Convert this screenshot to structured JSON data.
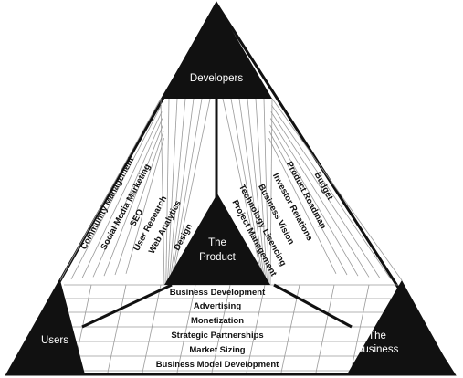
{
  "diagram": {
    "corners": {
      "top": "Developers",
      "bottom_left": "Users",
      "bottom_right": "The Business",
      "center": "The Product"
    },
    "left_side_items": [
      "Community Management",
      "Social Media Marketing",
      "SEO",
      "User Research",
      "Web Analytics",
      "Design"
    ],
    "right_side_items": [
      "Budget",
      "Product Roadmap",
      "Investor Relations",
      "Business Vision",
      "Technology Lisencing",
      "Project Management"
    ],
    "bottom_items": [
      "Business Development",
      "Advertising",
      "Monetization",
      "Strategic Partnerships",
      "Market Sizing",
      "Business Model Development"
    ],
    "colors": {
      "fill": "#111111",
      "line": "#9a9a9a",
      "background": "#ffffff"
    }
  }
}
